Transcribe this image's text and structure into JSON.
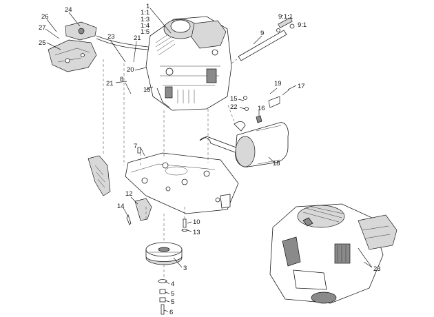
{
  "callouts": {
    "c1": "1",
    "c1_1": "1:1",
    "c1_3": "1:3",
    "c1_4": "1:4",
    "c1_5": "1:5",
    "c3": "3",
    "c4": "4",
    "c5a": "5",
    "c5b": "5",
    "c6": "6",
    "c7": "7",
    "c8": "8",
    "c9": "9",
    "c9_1_1": "9:1:1",
    "c9_1": "9:1",
    "c10": "10",
    "c12": "12",
    "c13": "13",
    "c14": "14",
    "c15a": "15",
    "c15b": "15",
    "c16": "16",
    "c17": "17",
    "c18": "18",
    "c19": "19",
    "c20": "20",
    "c21a": "21",
    "c21b": "21",
    "c22": "22",
    "c23a": "23",
    "c23b": "23",
    "c24": "24",
    "c25": "25",
    "c26": "26",
    "c27": "27"
  }
}
